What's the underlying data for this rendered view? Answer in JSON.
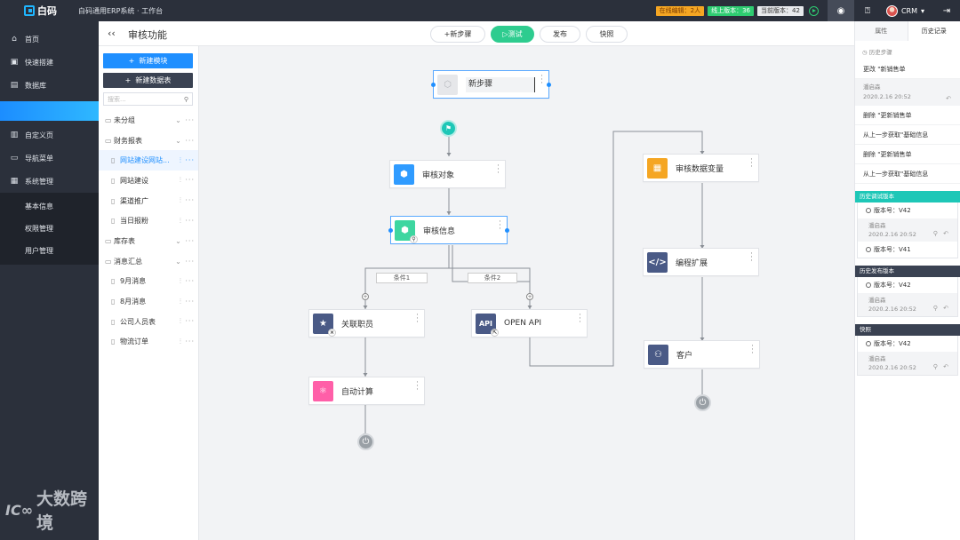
{
  "topbar": {
    "logo_text": "白码",
    "app_title": "白码通用ERP系统 · 工作台",
    "badges": {
      "online": "在线编辑：2人",
      "live": "线上版本：36",
      "current": "当前版本：42"
    },
    "user": "CRM"
  },
  "sidebar": {
    "items": [
      {
        "label": "首页",
        "icon": "home-icon"
      },
      {
        "label": "快速搭建",
        "icon": "build-icon"
      },
      {
        "label": "数据库",
        "icon": "database-icon"
      }
    ],
    "items2": [
      {
        "label": "自定义页",
        "icon": "page-icon"
      },
      {
        "label": "导航菜单",
        "icon": "menu-icon"
      },
      {
        "label": "系统管理",
        "icon": "system-icon"
      }
    ],
    "sub_items": [
      "基本信息",
      "权限管理",
      "用户管理"
    ],
    "watermark": "大数跨境"
  },
  "tree": {
    "new_module": "新建模块",
    "new_table": "新建数据表",
    "search_placeholder": "搜索...",
    "rows": [
      {
        "label": "未分组",
        "type": "folder"
      },
      {
        "label": "财务报表",
        "type": "folder"
      },
      {
        "label": "网站建设网站...",
        "type": "file",
        "selected": true
      },
      {
        "label": "网站建设",
        "type": "file"
      },
      {
        "label": "渠道推广",
        "type": "file"
      },
      {
        "label": "当日报粉",
        "type": "file"
      },
      {
        "label": "库存表",
        "type": "folder"
      },
      {
        "label": "消息汇总",
        "type": "folder"
      },
      {
        "label": "9月消息",
        "type": "file"
      },
      {
        "label": "8月消息",
        "type": "file"
      },
      {
        "label": "公司人员表",
        "type": "file"
      },
      {
        "label": "物流订单",
        "type": "file"
      }
    ]
  },
  "canvas": {
    "title": "审核功能",
    "buttons": {
      "new_step": "新步骤",
      "test": "测试",
      "publish": "发布",
      "snapshot": "快照"
    },
    "nodes": {
      "new_step": "新步骤",
      "audit_object": "审核对象",
      "audit_info": "审核信息",
      "related_staff": "关联职员",
      "open_api": "OPEN API",
      "auto_calc": "自动计算",
      "audit_var": "审核数据变量",
      "program_ext": "编程扩展",
      "customer": "客户"
    },
    "conditions": [
      "条件1",
      "条件2"
    ],
    "api_icon_text": "API",
    "colors": {
      "accent": "#1f8fff",
      "start": "#1ec7b7",
      "purple": "#7c86d6",
      "green": "#3dd6a0",
      "pink": "#ff5fa8",
      "orange": "#f5a623",
      "navy": "#4a5a86"
    }
  },
  "rpanel": {
    "tabs": [
      "属性",
      "历史记录"
    ],
    "history_label": "历史步骤",
    "history": [
      {
        "text": "更改 \"新销售单"
      },
      {
        "block": true,
        "user": "潘启森",
        "time": "2020.2.16    20:52"
      },
      {
        "text": "删除 \"更新销售单"
      },
      {
        "text": "从上一步获取\"基础信息"
      },
      {
        "text": "删除 \"更新销售单"
      },
      {
        "text": "从上一步获取\"基础信息"
      }
    ],
    "debug_title": "历史调试版本",
    "debug": [
      {
        "version": "版本号：V42",
        "user": "潘启森",
        "time": "2020.2.16    20:52"
      },
      {
        "version": "版本号：V41"
      }
    ],
    "publish_title": "历史发布版本",
    "publish": [
      {
        "version": "版本号：V42",
        "user": "潘启森",
        "time": "2020.2.16    20:52"
      }
    ],
    "snapshot_title": "快照",
    "snapshot": [
      {
        "version": "版本号：V42",
        "user": "潘启森",
        "time": "2020.2.16    20:52"
      }
    ]
  }
}
